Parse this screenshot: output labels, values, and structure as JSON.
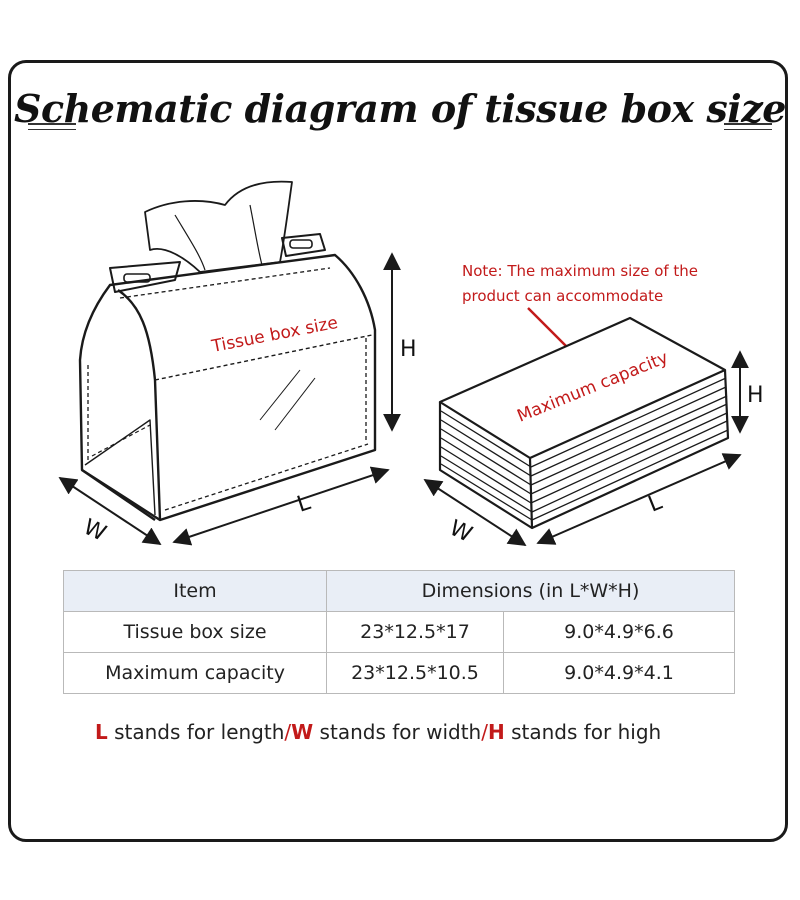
{
  "title": "Schematic diagram of tissue box size",
  "left_figure": {
    "label": "Tissue box size",
    "dims": {
      "h": "H",
      "l": "L",
      "w": "W"
    }
  },
  "right_figure": {
    "note_line1": "Note: The maximum size of the",
    "note_line2": "product can accommodate",
    "label": "Maximum capacity",
    "dims": {
      "h": "H",
      "l": "L",
      "w": "W"
    }
  },
  "table": {
    "headers": [
      "Item",
      "Dimensions (in L*W*H)"
    ],
    "rows": [
      {
        "item": "Tissue box size",
        "cm": "23*12.5*17",
        "in": "9.0*4.9*6.6"
      },
      {
        "item": "Maximum capacity",
        "cm": "23*12.5*10.5",
        "in": "9.0*4.9*4.1"
      }
    ]
  },
  "legend": {
    "l": "L",
    "l_text": " stands for length",
    "sep1": "/",
    "w": "W",
    "w_text": " stands for width",
    "sep2": "/",
    "h": "H",
    "h_text": " stands for high"
  },
  "colors": {
    "accent_red": "#c21a1a",
    "header_bg": "#e9eef6",
    "line": "#1a1a1a"
  }
}
